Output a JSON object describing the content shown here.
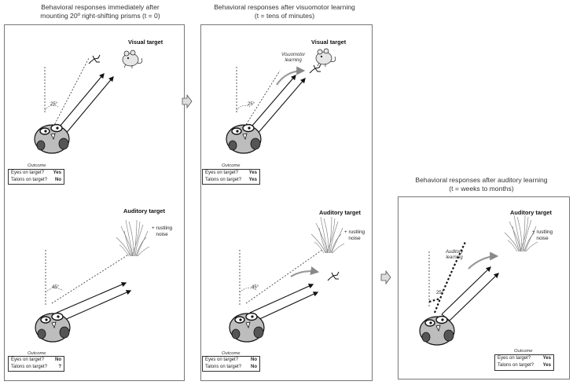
{
  "captions": {
    "col1": [
      "Behavioral responses immediately after",
      "mounting 20º right-shifting prisms (t = 0)"
    ],
    "col2": [
      "Behavioral responses after visuomotor learning",
      "(t = tens of minutes)"
    ],
    "col3": [
      "Behavioral responses after auditory learning",
      "(t = weeks to months)"
    ]
  },
  "labels": {
    "visual_target": "Visual target",
    "auditory_target": "Auditory target",
    "rustling": [
      "+ rustling",
      "noise"
    ],
    "visuomotor_learning": [
      "Visuomotor",
      "learning"
    ],
    "auditory_learning": [
      "Auditory",
      "learning"
    ],
    "outcome": "Outcome",
    "eyes_q": "Eyes on target?",
    "talons_q": "Talons on target?"
  },
  "scenes": {
    "p1_visual": {
      "angle": "25°",
      "eyes": "Yes",
      "talons": "No"
    },
    "p1_auditory": {
      "angle": "45°",
      "eyes": "No",
      "talons": "?"
    },
    "p2_visual": {
      "angle": "25°",
      "eyes": "Yes",
      "talons": "Yes"
    },
    "p2_auditory": {
      "angle": "45°",
      "eyes": "No",
      "talons": "No"
    },
    "p3_auditory": {
      "angle": "25°",
      "eyes": "Yes",
      "talons": "Yes"
    }
  },
  "icons": [
    "owl-head-icon",
    "mouse-icon",
    "grass-tuft-icon",
    "talon-icon",
    "arrow-right-icon"
  ]
}
